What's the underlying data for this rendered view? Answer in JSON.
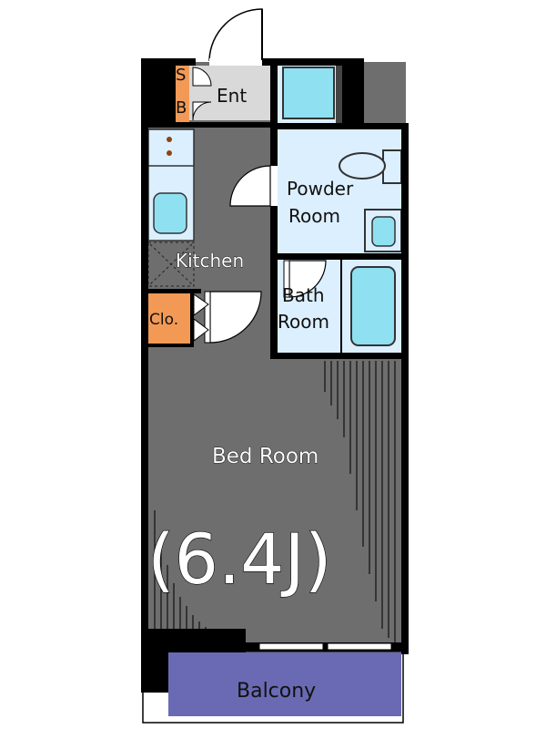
{
  "rooms": {
    "entrance": "Ent",
    "shoe_box_s": "S",
    "shoe_box_b": "B",
    "powder_line1": "Powder",
    "powder_line2": "Room",
    "kitchen": "Kitchen",
    "bath_line1": "Bath",
    "bath_line2": "Room",
    "closet": "Clo.",
    "bedroom": "Bed Room",
    "bedroom_size": "(6.4J)",
    "balcony": "Balcony"
  },
  "colors": {
    "wall": "#000000",
    "room_floor": "#6e6e6e",
    "wet_area": "#dcefff",
    "fixture": "#8fe0f0",
    "storage": "#f29a55",
    "balcony": "#6a6ab4",
    "entrance_floor": "#d9d9d9"
  }
}
